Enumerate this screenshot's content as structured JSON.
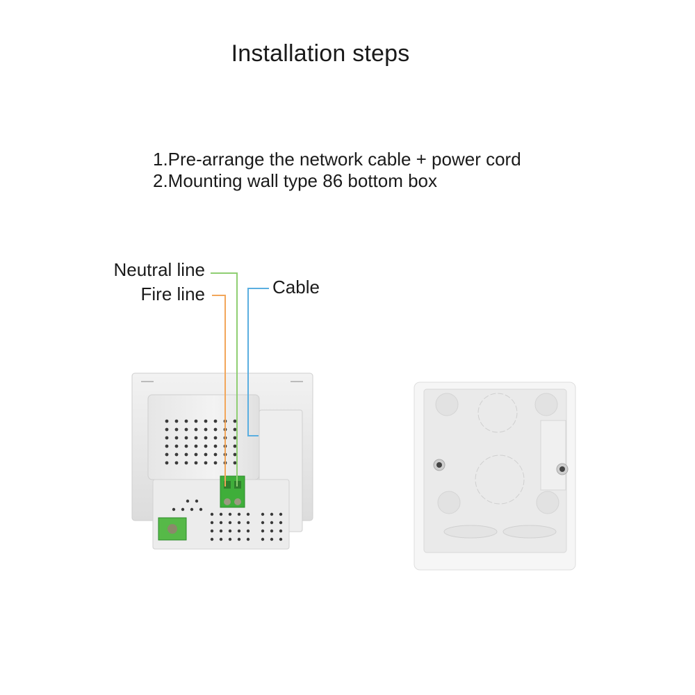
{
  "title": "Installation steps",
  "steps": [
    "1.Pre-arrange the network cable + power cord",
    "2.Mounting wall type 86 bottom box"
  ],
  "labels": {
    "neutral": "Neutral line",
    "fire": "Fire line",
    "cable": "Cable"
  },
  "colors": {
    "neutral_line": "#8fce72",
    "fire_line": "#f2a65a",
    "cable_line": "#5aaee0",
    "terminal_green": "#3fae3a"
  },
  "images": {
    "left": "wall-panel-back-view",
    "right": "type-86-wall-box"
  }
}
